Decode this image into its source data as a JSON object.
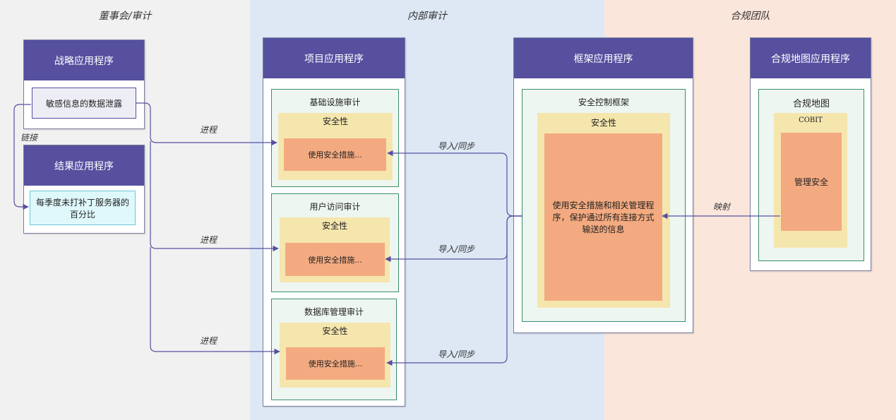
{
  "lanes": {
    "board": "董事会/审计",
    "internal": "内部审计",
    "compliance": "合规团队"
  },
  "board_apps": {
    "strategy": {
      "title": "战略应用程序",
      "item": "敏感信息的数据泄露"
    },
    "result": {
      "title": "结果应用程序",
      "item": "每季度未打补丁服务器的百分比"
    },
    "link_label": "链接"
  },
  "project_app": {
    "title": "项目应用程序",
    "audits": [
      {
        "title": "基础设施审计",
        "section": "安全性",
        "control": "使用安全措施..."
      },
      {
        "title": "用户访问审计",
        "section": "安全性",
        "control": "使用安全措施..."
      },
      {
        "title": "数据库管理审计",
        "section": "安全性",
        "control": "使用安全措施..."
      }
    ]
  },
  "framework_app": {
    "title": "框架应用程序",
    "frame": "安全控制框架",
    "section": "安全性",
    "control": "使用安全措施和相关管理程序，保护通过所有连接方式输送的信息"
  },
  "compliance_app": {
    "title": "合规地图应用程序",
    "map": "合规地图",
    "framework": "COBIT",
    "control": "管理安全"
  },
  "edge_labels": {
    "process": "进程",
    "import_sync": "导入/同步",
    "mapping": "映射"
  },
  "colors": {
    "lane_board": "#f1f1f1",
    "lane_internal": "#dde8f4",
    "lane_compliance": "#fbe6dc",
    "app_header": "#56509f",
    "frame_border": "#3a8f6a",
    "section_fill": "#f5e6ae",
    "control_fill": "#f4aa80",
    "edge": "#56509f"
  }
}
